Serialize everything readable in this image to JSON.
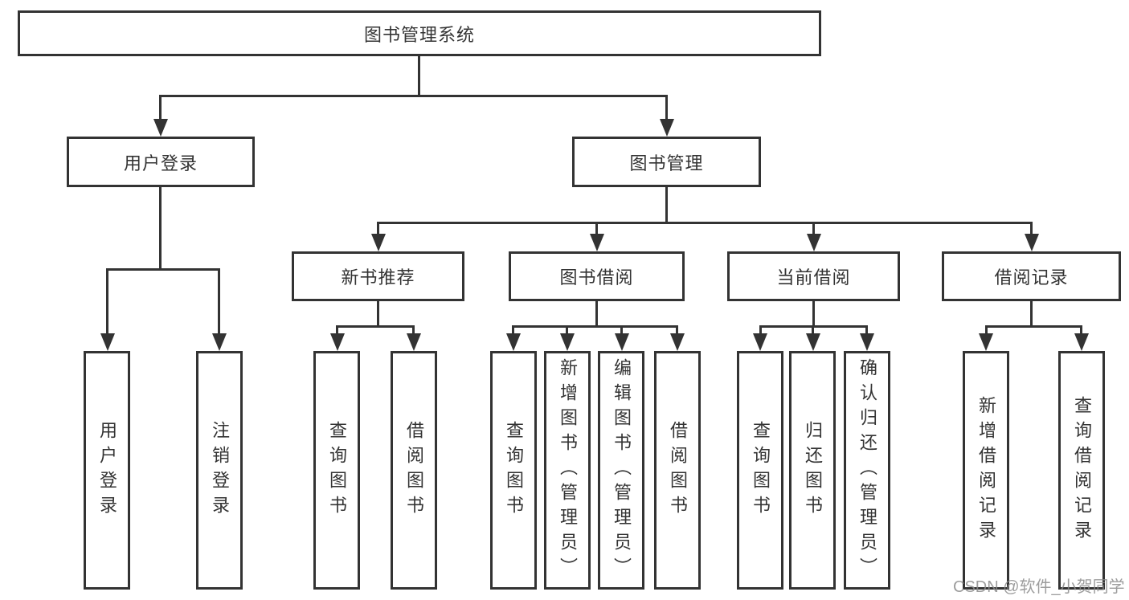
{
  "tree": {
    "label": "图书管理系统",
    "children": [
      {
        "label": "用户登录",
        "children": [
          {
            "label": "用户登录"
          },
          {
            "label": "注销登录"
          }
        ]
      },
      {
        "label": "图书管理",
        "children": [
          {
            "label": "新书推荐",
            "children": [
              {
                "label": "查询图书"
              },
              {
                "label": "借阅图书"
              }
            ]
          },
          {
            "label": "图书借阅",
            "children": [
              {
                "label": "查询图书"
              },
              {
                "label": "新增图书（管理员）"
              },
              {
                "label": "编辑图书（管理员）"
              },
              {
                "label": "借阅图书"
              }
            ]
          },
          {
            "label": "当前借阅",
            "children": [
              {
                "label": "查询图书"
              },
              {
                "label": "归还图书"
              },
              {
                "label": "确认归还（管理员）"
              }
            ]
          },
          {
            "label": "借阅记录",
            "children": [
              {
                "label": "新增借阅记录"
              },
              {
                "label": "查询借阅记录"
              }
            ]
          }
        ]
      }
    ]
  },
  "watermark": {
    "text": "CSDN @软件_小贺同学"
  },
  "colors": {
    "line": "#333333",
    "text": "#333333",
    "background": "#ffffff",
    "watermark": "#8c8c8c"
  }
}
